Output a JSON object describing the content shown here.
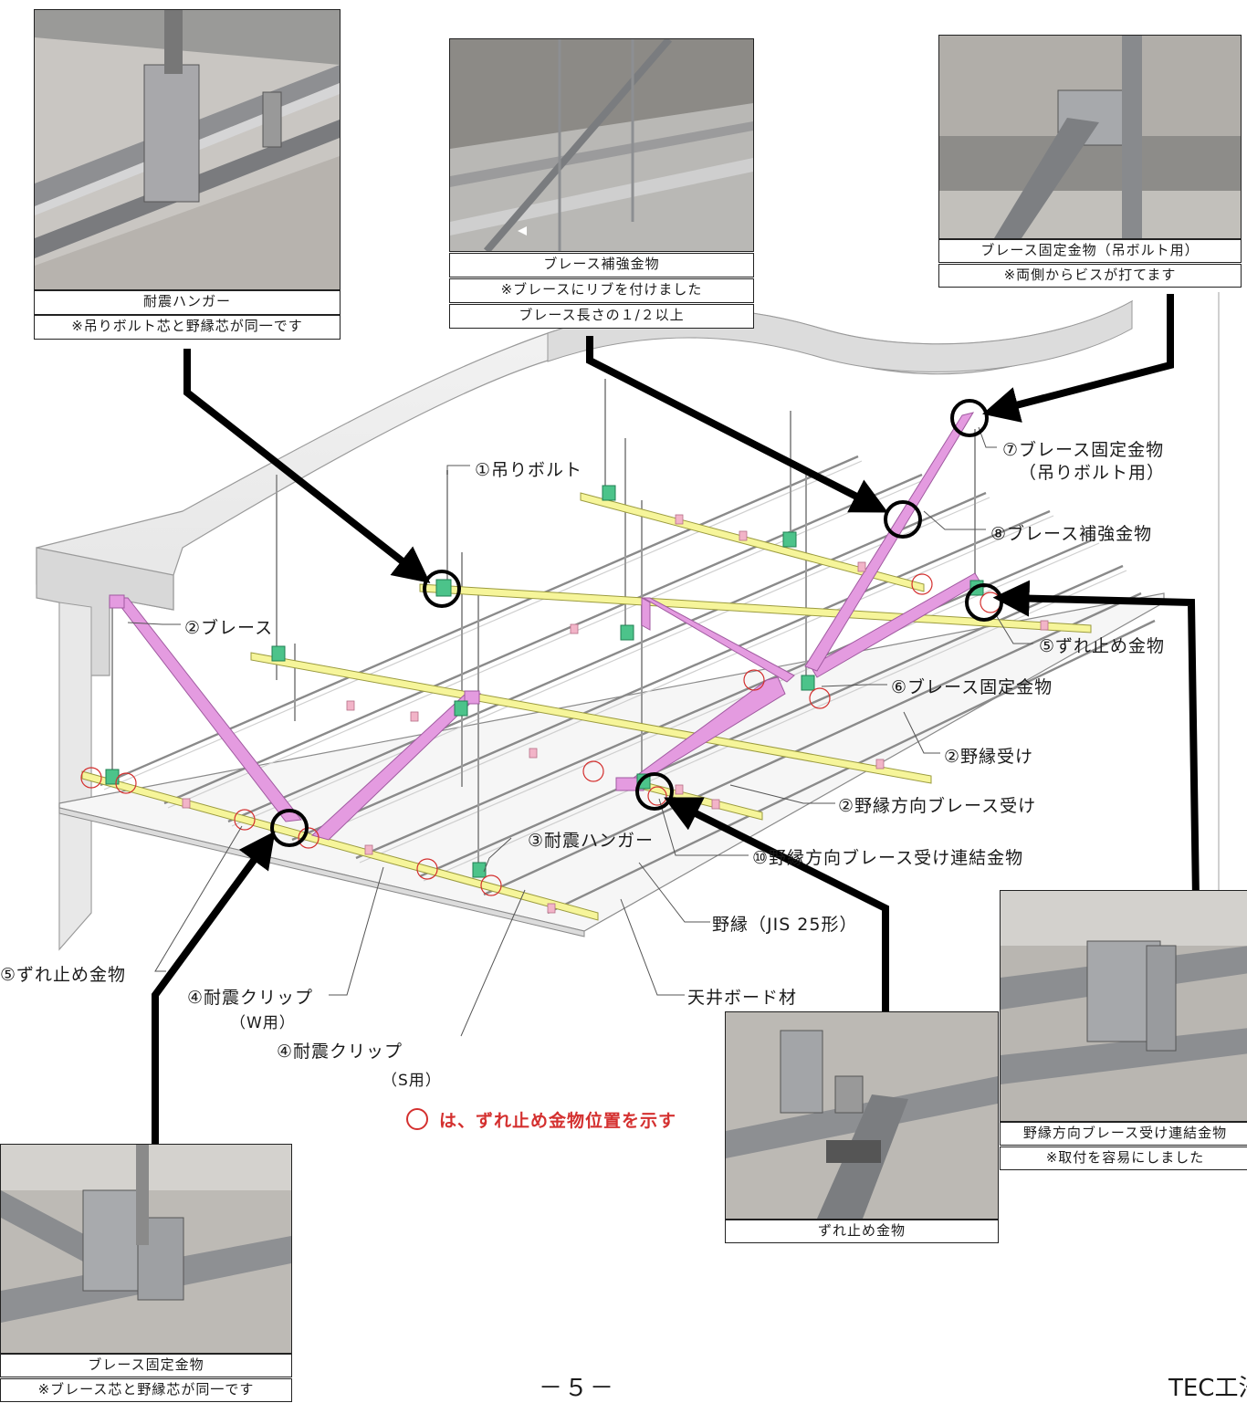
{
  "labels": {
    "hanging_bolt": "①吊りボルト",
    "brace": "②ブレース",
    "runner_receiver": "②野縁受け",
    "runner_brace_receiver": "②野縁方向ブレース受け",
    "seismic_hanger": "③耐震ハンガー",
    "clip_w": "④耐震クリップ",
    "clip_w_sub": "（W用）",
    "clip_s": "④耐震クリップ",
    "clip_s_sub": "（S用）",
    "slip_stopper_right": "⑤ずれ止め金物",
    "slip_stopper_left": "⑤ずれ止め金物",
    "brace_fixing": "⑥ブレース固定金物",
    "brace_fixing_bolt": "⑦ブレース固定金物",
    "brace_fixing_bolt_sub": "（吊りボルト用）",
    "brace_reinforce": "⑧ブレース補強金物",
    "runner_brace_connector": "⑩野縁方向ブレース受け連結金物",
    "runner": "野縁（JIS 25形）",
    "ceiling_board": "天井ボード材"
  },
  "note": "は、ずれ止め金物位置を示す",
  "photos": {
    "hanger": {
      "caption": "耐震ハンガー",
      "sub": "※吊りボルト芯と野縁芯が同一です"
    },
    "reinforce": {
      "caption": "ブレース補強金物",
      "sub": "※ブレースにリブを付けました",
      "sub2": "ブレース長さの１/２以上"
    },
    "bolt_fixing": {
      "caption": "ブレース固定金物（吊ボルト用）",
      "sub": "※両側からビスが打てます"
    },
    "connector": {
      "caption": "野縁方向ブレース受け連結金物",
      "sub": "※取付を容易にしました"
    },
    "slip": {
      "caption": "ずれ止め金物"
    },
    "brace_fixing": {
      "caption": "ブレース固定金物",
      "sub": "※ブレース芯と野縁芯が同一です"
    }
  },
  "page_number": "－５－",
  "brand": "TEC工法",
  "colors": {
    "brace": "#e49be0",
    "receiver": "#f6f59a",
    "clip": "#4cc38a",
    "marker": "#d4302f",
    "arrow": "#000000"
  }
}
